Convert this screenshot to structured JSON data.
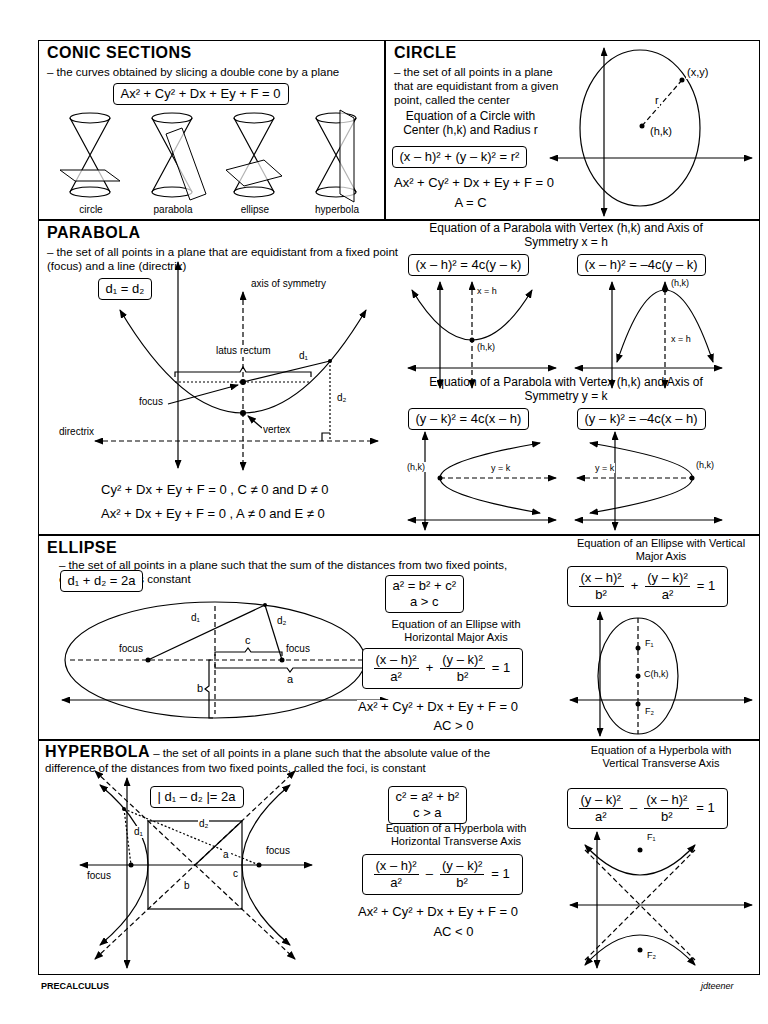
{
  "diagram": {
    "nodes": [
      {
        "text": [
          "CONIC SECTIONS",
          "– the curves obtained by slicing a double cone by a plane"
        ]
      },
      {
        "text": [
          "Ax² + Cy² + Dx + Ey + F = 0"
        ],
        "in": 0
      },
      {
        "text": [
          "CIRCLE",
          "– the set of all points in a plane that are equidistant from a given point, called the center"
        ]
      },
      {
        "text": [
          "(x – h)² + (y – k)² = r²"
        ],
        "in": 2
      },
      {
        "text": [
          "PARABOLA",
          "– the set of all points in a plane that are equidistant from a fixed point (focus) and a line (directrix)"
        ]
      },
      {
        "text": [
          "d₁ = d₂"
        ],
        "in": 4
      },
      {
        "text": [
          "(x – h)² = 4c(y – k)"
        ],
        "in": 4
      },
      {
        "text": [
          "(x – h)² = –4c(y – k)"
        ],
        "in": 4
      },
      {
        "text": [
          "(y – k)² = 4c(x – h)"
        ],
        "in": 4
      },
      {
        "text": [
          "(y – k)² = –4c(x – h)"
        ],
        "in": 4
      },
      {
        "text": [
          "ELLIPSE",
          "– the set of all points in a plane such that the sum of the distances from two fixed points, called the foci, is constant"
        ]
      },
      {
        "text": [
          "d₁ + d₂ = 2a"
        ],
        "in": 10
      },
      {
        "text": [
          "a² = b² + c²",
          "a > c"
        ],
        "in": 10
      },
      {
        "text": [
          "(x – h)²",
          "a²",
          "+",
          "(y – k)²",
          "b²",
          "= 1"
        ],
        "in": 10
      },
      {
        "text": [
          "(x – h)²",
          "b²",
          "+",
          "(y – k)²",
          "a²",
          "= 1"
        ],
        "in": 10
      },
      {
        "text": [
          "HYPERBOLA",
          "– the set of all points in a plane such that the absolute value of the difference of the distances from two fixed points, called the foci, is constant"
        ]
      },
      {
        "text": [
          "| d₁ – d₂ |= 2a"
        ],
        "in": 15
      },
      {
        "text": [
          "c² = a² + b²",
          "c > a"
        ],
        "in": 15
      },
      {
        "text": [
          "(x – h)²",
          "a²",
          "–",
          "(y – k)²",
          "b²",
          "= 1"
        ],
        "in": 15
      },
      {
        "text": [
          "(y – k)²",
          "a²",
          "–",
          "(x – h)²",
          "b²",
          "= 1"
        ],
        "in": 15
      }
    ],
    "labels": [
      "circle",
      "parabola",
      "ellipse",
      "hyperbola",
      "Equation of a Circle with Center (h,k) and Radius r",
      "Ax² + Cy² + Dx + Ey + F = 0",
      "A = C",
      "(x,y)",
      "r",
      "(h,k)",
      "axis of symmetry",
      "latus rectum",
      "d₁",
      "focus",
      "d₂",
      "vertex",
      "directrix",
      "Cy² + Dx + Ey + F = 0 , C ≠ 0 and D ≠ 0",
      "Ax² + Dx + Ey + F = 0 , A ≠ 0 and E ≠ 0",
      "Equation of a Parabola with Vertex (h,k) and Axis of Symmetry x = h",
      "x = h",
      "(h,k)",
      "(h,k)",
      "x = h",
      "Equation of a Parabola with Vertex (h,k) and Axis of Symmetry y = k",
      "(h,k)",
      "y = k",
      "y = k",
      "(h,k)",
      "d₁",
      "focus",
      "c",
      "d₂",
      "focus",
      "a",
      "b",
      "Equation of an Ellipse with Horizontal Major Axis",
      "Ax² + Cy² + Dx + Ey + F = 0",
      "AC > 0",
      "Equation of an Ellipse with Vertical Major Axis",
      "F₁",
      "C(h,k)",
      "F₂",
      "d₁",
      "focus",
      "d₂",
      "a",
      "b",
      "c",
      "focus",
      "Equation of a Hyperbola with Horizontal Transverse Axis",
      "Ax² + Cy² + Dx + Ey + F = 0",
      "AC < 0",
      "Equation of a Hyperbola with Vertical Transverse Axis",
      "F₁",
      "F₂",
      "PRECALCULUS",
      "jdteener"
    ]
  }
}
